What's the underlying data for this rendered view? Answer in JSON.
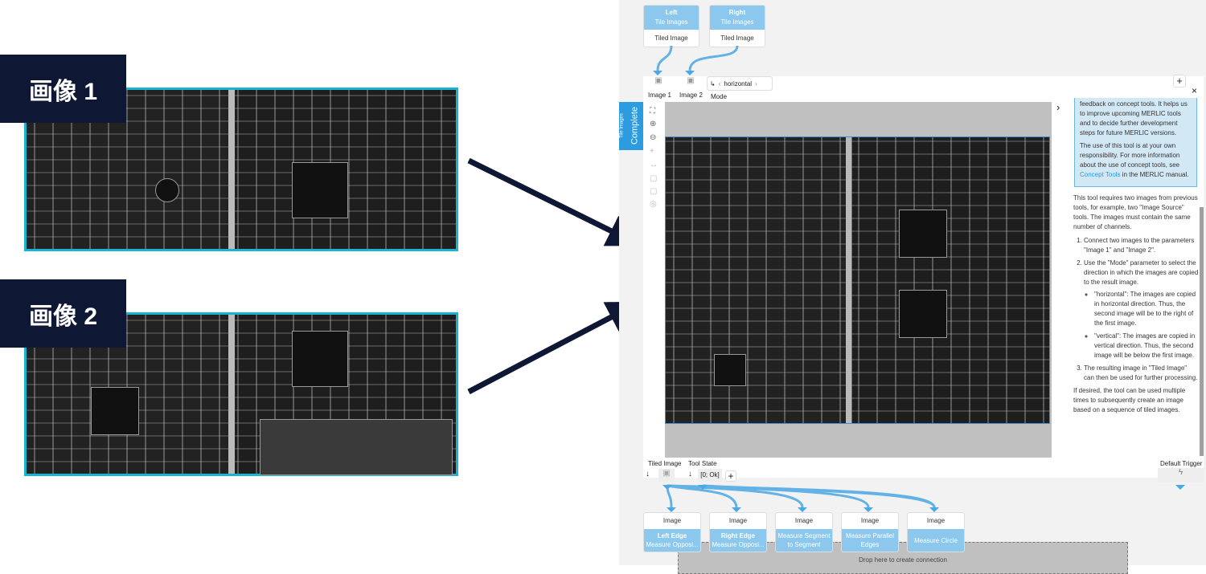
{
  "labels": {
    "image1": "画像 1",
    "image2": "画像 2"
  },
  "colors": {
    "accent": "#19b4d4",
    "label_bg": "#0e1733",
    "node_header": "#8cc8ee",
    "connection": "#4aa8e4"
  },
  "top_nodes": [
    {
      "title": "Left",
      "subtitle": "Tile Images",
      "output": "Tiled Image"
    },
    {
      "title": "Right",
      "subtitle": "Tile Images",
      "output": "Tiled Image"
    }
  ],
  "tool": {
    "side_tab": {
      "name": "Tile Images",
      "state": "Complete"
    },
    "inputs": {
      "image1": "Image 1",
      "image2": "Image 2",
      "mode_label": "Mode",
      "mode_value": "horizontal"
    },
    "outputs": {
      "tiled_image": "Tiled Image",
      "tool_state": "Tool State",
      "tool_state_value": "[0; Ok]",
      "default_trigger": "Default Trigger"
    }
  },
  "help": {
    "note": [
      "feedback on concept tools. It helps us to improve upcoming MERLIC tools and to decide further development steps for future MERLIC versions."
    ],
    "note2_pre": "The use of this tool is at your own responsibility. For more information about the use of concept tools, see ",
    "note2_link": "Concept Tools",
    "note2_post": " in the MERLIC manual.",
    "intro": "This tool requires two images from previous tools, for example, two \"Image Source\" tools. The images must contain the same number of channels.",
    "step1": "Connect two images to the parameters \"Image 1\" and \"Image 2\".",
    "step2": "Use the \"Mode\" parameter to select the direction in which the images are copied to the result image.",
    "bullet_h": "\"horizontal\": The images are copied in horizontal direction. Thus, the second image will be to the right of the first image.",
    "bullet_v": "\"vertical\": The images are copied in vertical direction. Thus, the second image will be below the first image.",
    "step3": "The resulting image in \"Tiled Image\" can then be used for further processing.",
    "outro": "If desired, the tool can be used multiple times to subsequently create an image based on a sequence of tiled images."
  },
  "bottom_nodes": [
    {
      "input": "Image",
      "title": "Left Edge",
      "subtitle": "Measure Opposi..."
    },
    {
      "input": "Image",
      "title": "Right Edge",
      "subtitle": "Measure Opposi..."
    },
    {
      "input": "Image",
      "title": "Measure Segment to Segment",
      "subtitle": ""
    },
    {
      "input": "Image",
      "title": "Measure Parallel Edges",
      "subtitle": ""
    },
    {
      "input": "Image",
      "title": "Measure Circle",
      "subtitle": ""
    }
  ],
  "drop_zone": "Drop here to create connection"
}
